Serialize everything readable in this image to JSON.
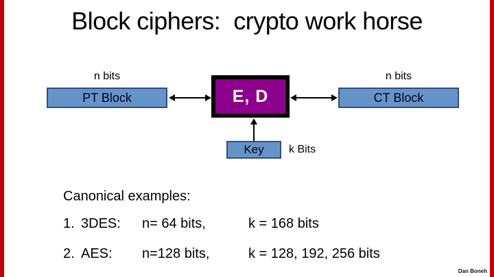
{
  "slide": {
    "title": "Block ciphers:  crypto work horse",
    "credit": "Dan Boneh"
  },
  "diagram": {
    "pt_block": {
      "top_label": "n bits",
      "label": "PT Block"
    },
    "ed_box": {
      "label": "E, D"
    },
    "ct_block": {
      "top_label": "n bits",
      "label": "CT Block"
    },
    "key_box": {
      "label": "Key"
    },
    "k_bits_label": "k Bits"
  },
  "examples": {
    "heading": "Canonical examples:",
    "items": [
      {
        "num": "1.",
        "name": "3DES:",
        "block_size": "n= 64 bits,",
        "key_size": "k = 168 bits"
      },
      {
        "num": "2.",
        "name": "AES:",
        "block_size": "n=128 bits,",
        "key_size": "k = 128, 192, 256 bits"
      }
    ]
  },
  "colors": {
    "edge_red": "#C00000",
    "box_blue": "#6694C9",
    "box_blue_border": "#2E4E7E",
    "ed_purple": "#8C008C",
    "arrow_black": "#000000"
  }
}
